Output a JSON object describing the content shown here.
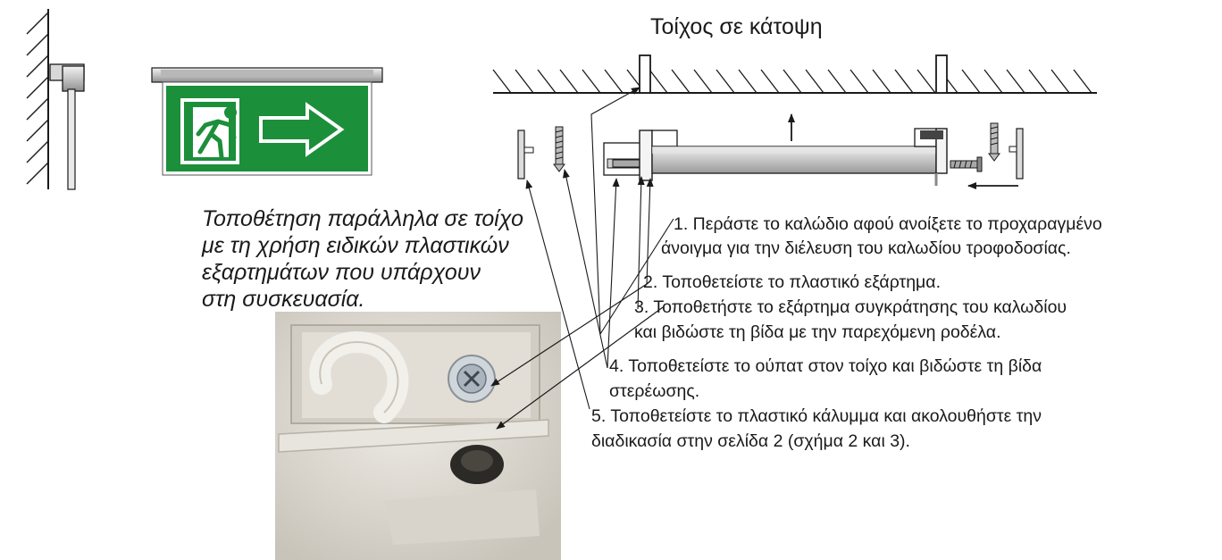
{
  "caption": {
    "lines": [
      "Τοποθέτηση παράλληλα σε τοίχο",
      "με τη χρήση ειδικών πλαστικών",
      "εξαρτημάτων που υπάρχουν",
      "στη συσκευασία."
    ]
  },
  "plan_title": "Τοίχος σε κάτοψη",
  "steps": {
    "s1a": "1. Περάστε το καλώδιο αφού ανοίξετε το προχαραγμένο",
    "s1b": "άνοιγμα για την διέλευση του καλωδίου τροφοδοσίας.",
    "s2": "2. Τοποθετείστε το πλαστικό εξάρτημα.",
    "s3a": "3. Τοποθετήστε το εξάρτημα συγκράτησης του καλωδίου",
    "s3b": "και βιδώστε τη βίδα με την παρεχόμενη ροδέλα.",
    "s4a": "4. Τοποθετείστε το ούπατ στον τοίχο και βιδώστε τη βίδα",
    "s4b": "στερέωσης.",
    "s5a": "5. Τοποθετείστε το πλαστικό κάλυμμα και ακολουθήστε την",
    "s5b": "διαδικασία στην σελίδα 2 (σχήμα 2 και 3)."
  },
  "colors": {
    "sign_green": "#1c8f3a",
    "line": "#1a1a1a",
    "photo_bg": "#d9d6cf"
  }
}
